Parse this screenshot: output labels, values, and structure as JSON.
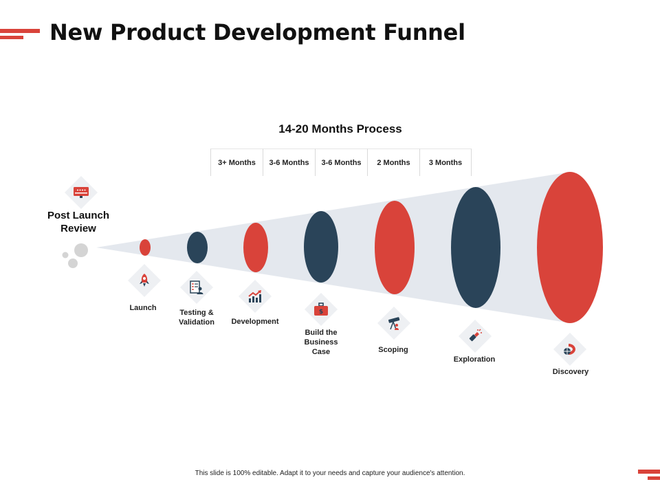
{
  "title": "New Product Development Funnel",
  "process": {
    "title": "14-20 Months Process",
    "durations": [
      "3+ Months",
      "3-6 Months",
      "3-6 Months",
      "2 Months",
      "3 Months"
    ]
  },
  "post_launch_review": "Post Launch Review",
  "stages": [
    {
      "label": "Launch",
      "icon": "rocket-icon",
      "color": "#d9433a"
    },
    {
      "label": "Testing & Validation",
      "icon": "checklist-person-icon",
      "color": "#2a4459"
    },
    {
      "label": "Development",
      "icon": "growth-chart-icon",
      "color": "#d9433a"
    },
    {
      "label": "Build the Business Case",
      "icon": "money-briefcase-icon",
      "color": "#2a4459"
    },
    {
      "label": "Scoping",
      "icon": "telescope-icon",
      "color": "#d9433a"
    },
    {
      "label": "Exploration",
      "icon": "flashlight-icon",
      "color": "#2a4459"
    },
    {
      "label": "Discovery",
      "icon": "globe-magnet-icon",
      "color": "#d9433a"
    }
  ],
  "colors": {
    "red": "#d9433a",
    "navy": "#2a4459",
    "funnel": "#e4e8ee",
    "tile": "#eef0f3"
  },
  "footer": "This slide is 100% editable.  Adapt it to your needs and capture your audience's attention."
}
